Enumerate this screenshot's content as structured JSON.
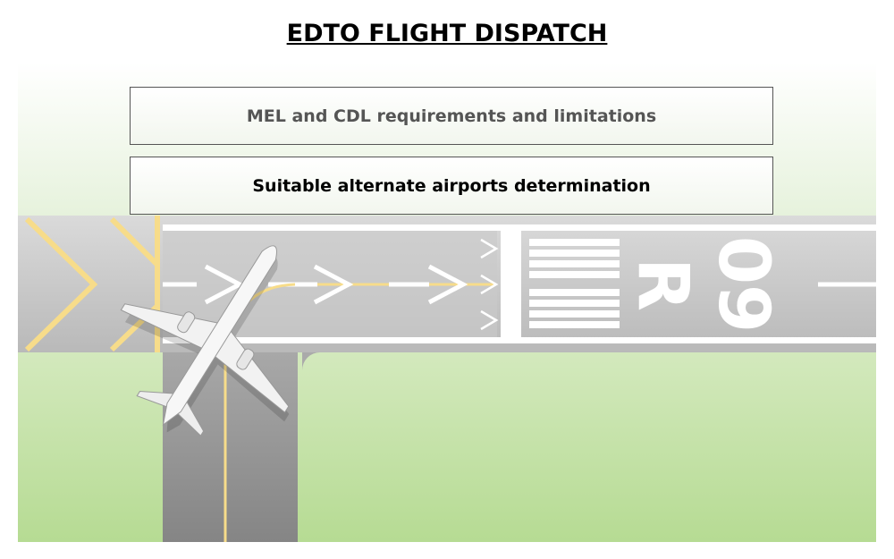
{
  "title": "EDTO FLIGHT DISPATCH",
  "items": [
    {
      "label": "MEL and CDL requirements and limitations"
    },
    {
      "label": "Suitable alternate airports determination"
    }
  ],
  "runway": {
    "number": "09",
    "suffix": "R"
  },
  "colors": {
    "grass": "#c4e2a4",
    "taxiway_line": "#f5d060",
    "runway": "#c8c8c8"
  }
}
